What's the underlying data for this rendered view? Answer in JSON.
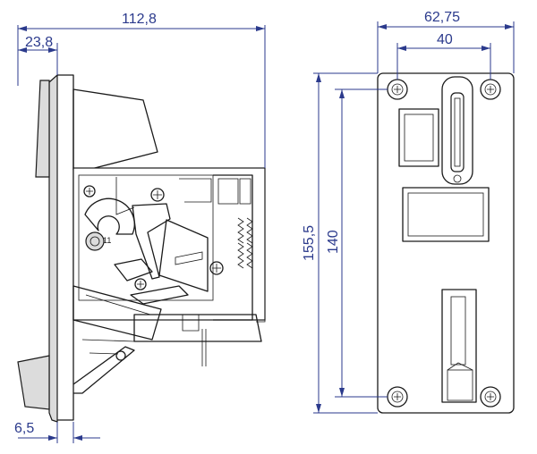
{
  "dimensions": {
    "overall_depth": "112,8",
    "front_depth": "23,8",
    "flange_thickness": "6,5",
    "plate_width": "62,75",
    "hole_spacing_horizontal": "40",
    "plate_height": "155,5",
    "hole_spacing_vertical": "140"
  },
  "part_labels": {
    "part_number": "11"
  },
  "colors": {
    "dimension": "#2b3a8c",
    "outline": "#1a1a1a",
    "shade": "#dcdcdc"
  }
}
